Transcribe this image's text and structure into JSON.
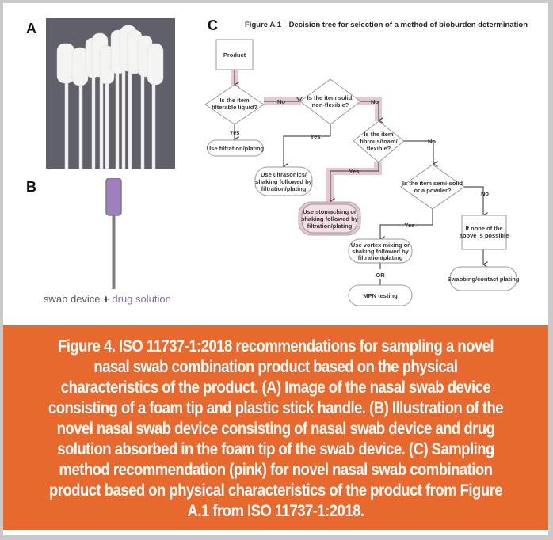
{
  "panels": {
    "a": {
      "letter": "A",
      "image_alt": "nasal swab devices with foam tips on gray background"
    },
    "b": {
      "letter": "B",
      "caption_part1": "swab device",
      "caption_plus": "+",
      "caption_part2": "drug solution",
      "tip_color": "#a07fbf",
      "stick_color": "#7d7d7d"
    },
    "c": {
      "letter": "C",
      "title": "Figure A.1—Decision tree for selection of a method of bioburden determination"
    }
  },
  "flowchart": {
    "highlight_color": "#e6c8d2",
    "nodes": {
      "product": "Product",
      "q_liquid": [
        "Is the item",
        "filterable liquid?"
      ],
      "q_solid": [
        "Is the item solid,",
        "non-flexible?"
      ],
      "q_fibrous": [
        "Is the item",
        "fibrous/foam/",
        "flexible?"
      ],
      "q_semisolid": [
        "Is the item semi-solid",
        "or a powder?"
      ],
      "r_filtration": "Use filtration/plating",
      "r_ultrasonics": [
        "Use ultrasonics/",
        "shaking followed by",
        "filtration/plating"
      ],
      "r_stomaching": [
        "Use stomaching or",
        "shaking followed by",
        "filtration/plating"
      ],
      "r_vortex": [
        "Use vortex mixing or",
        "shaking followed by",
        "filtration/plating"
      ],
      "r_none": [
        "If none of the",
        "above is possible"
      ],
      "r_swabbing": "Swabbing/contact plating",
      "r_mpn": "MPN testing"
    },
    "edge_labels": {
      "yes": "Yes",
      "no": "No",
      "or": "OR"
    }
  },
  "caption": {
    "text": "Figure 4. ISO 11737-1:2018 recommendations for sampling a novel nasal swab combination product based on the physical characteristics of the product. (A) Image of the nasal swab device consisting of a foam tip and plastic stick handle. (B) Illustration of the novel nasal swab device consisting of nasal swab device and drug solution absorbed in the foam tip of the swab device. (C) Sampling method recommendation (pink) for novel nasal swab combination product based on physical characteristics of the product from Figure A.1 from ISO 11737-1:2018.",
    "background": "#e8692e"
  }
}
